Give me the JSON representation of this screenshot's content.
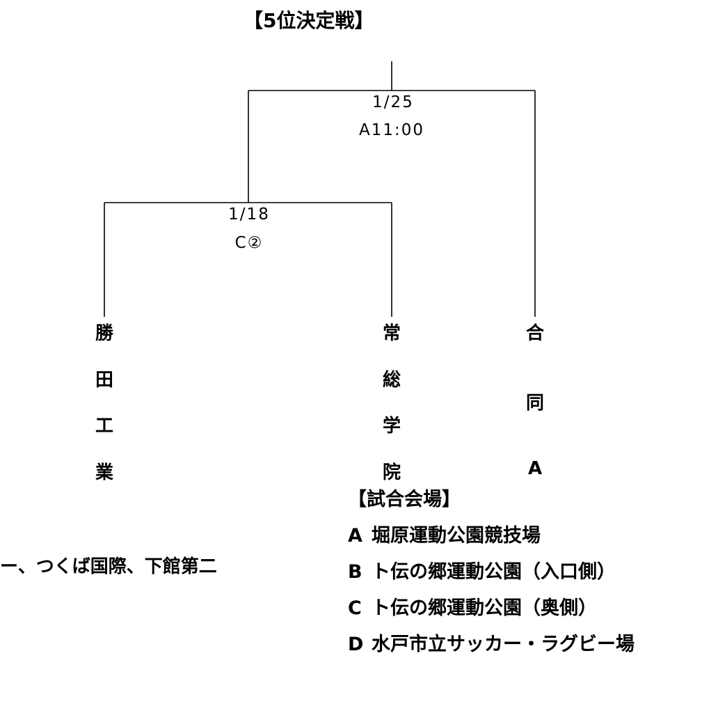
{
  "title": "【5位決定戦】",
  "matches": [
    {
      "date": "1/25",
      "slot": "A11:00"
    },
    {
      "date": "1/18",
      "slot": "C②"
    }
  ],
  "teams": [
    {
      "chars": [
        "勝",
        "田",
        "工",
        "業"
      ]
    },
    {
      "chars": [
        "常",
        "総",
        "学",
        "院"
      ]
    },
    {
      "chars": [
        "合",
        "同",
        "A"
      ]
    }
  ],
  "left_note": "ー、つくば国際、下館第二",
  "venues": {
    "heading": "【試合会場】",
    "items": [
      {
        "code": "A",
        "name": "堀原運動公園競技場"
      },
      {
        "code": "B",
        "name": "ト伝の郷運動公園（入口側）"
      },
      {
        "code": "C",
        "name": "ト伝の郷運動公園（奥側）"
      },
      {
        "code": "D",
        "name": "水戸市立サッカー・ラグビー場"
      }
    ]
  }
}
